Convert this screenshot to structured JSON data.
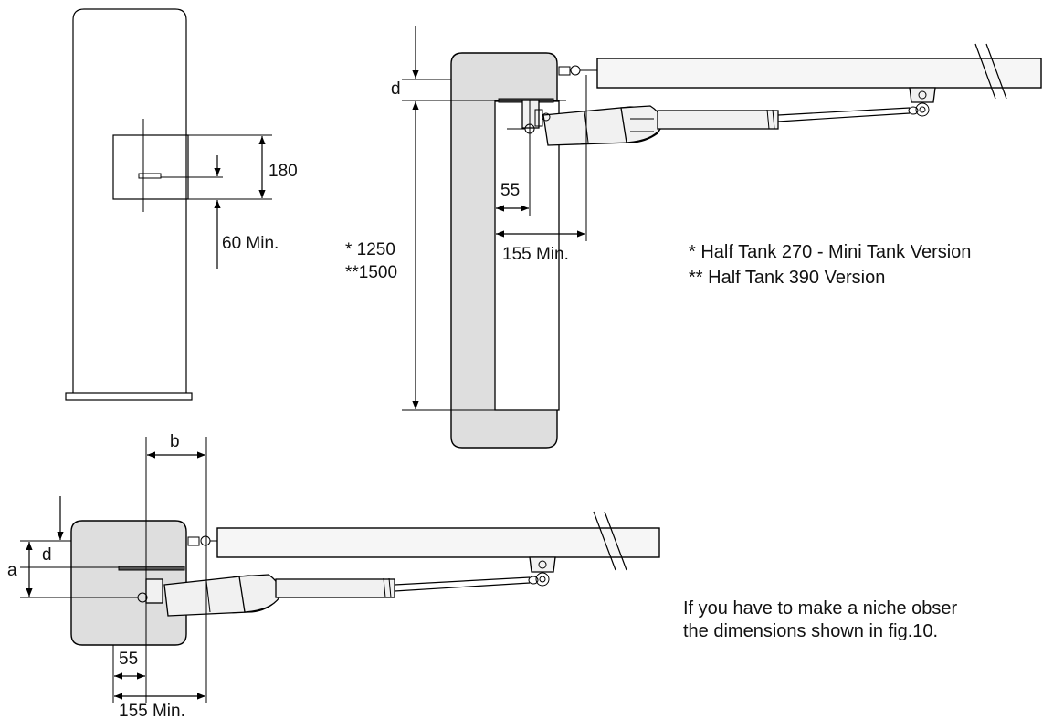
{
  "figure_a": {
    "dim_180": "180",
    "dim_60_min": "60 Min."
  },
  "figure_b": {
    "dim_d": "d",
    "dim_55": "55",
    "dim_155_min": "155 Min.",
    "dim_1250": "* 1250",
    "dim_1500": "**1500"
  },
  "figure_c": {
    "dim_b": "b",
    "dim_a": "a",
    "dim_d": "d",
    "dim_55": "55",
    "dim_155_min": "155 Min."
  },
  "notes": {
    "version_note_1": "*  Half Tank  270 - Mini Tank Version",
    "version_note_2": "** Half Tank 390 Version",
    "niche_note_line1": "If you have to make a niche obser",
    "niche_note_line2": "the dimensions shown in fig.10."
  }
}
